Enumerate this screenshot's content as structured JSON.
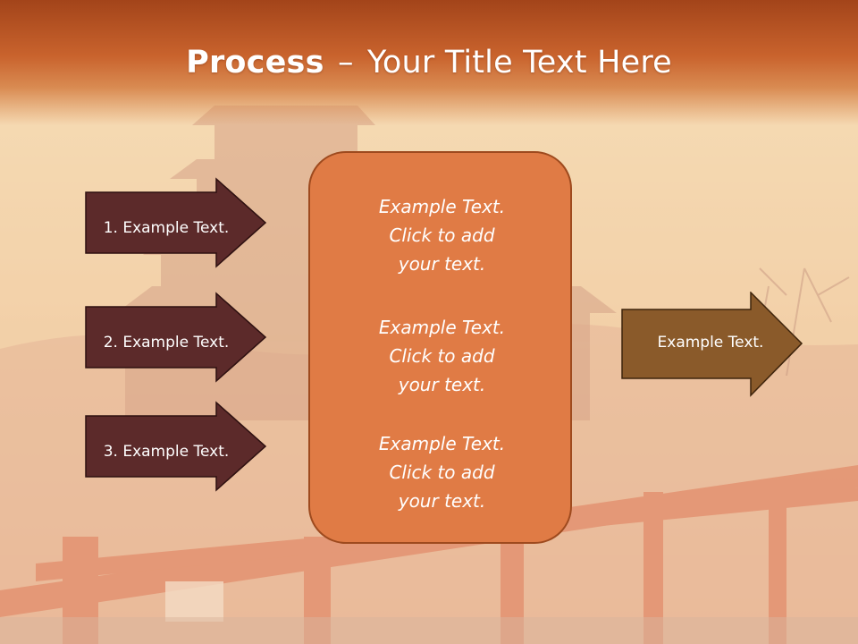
{
  "slide": {
    "title_bold": "Process",
    "title_sep": "–",
    "title_rest": "Your Title Text Here"
  },
  "left_steps": [
    {
      "label": "1. Example Text."
    },
    {
      "label": "2. Example Text."
    },
    {
      "label": "3. Example Text."
    }
  ],
  "center_blocks": [
    {
      "line1": "Example Text.",
      "line2": "Click  to add",
      "line3": "your text."
    },
    {
      "line1": "Example Text.",
      "line2": "Click  to add",
      "line3": "your text."
    },
    {
      "line1": "Example Text.",
      "line2": "Click  to add",
      "line3": "your text."
    }
  ],
  "right_step": {
    "label": "Example Text."
  },
  "colors": {
    "title_band": "#b8511f",
    "left_arrow_fill": "#5c2a2a",
    "center_box_fill": "#e07b45",
    "right_arrow_fill": "#8a5a2a"
  }
}
